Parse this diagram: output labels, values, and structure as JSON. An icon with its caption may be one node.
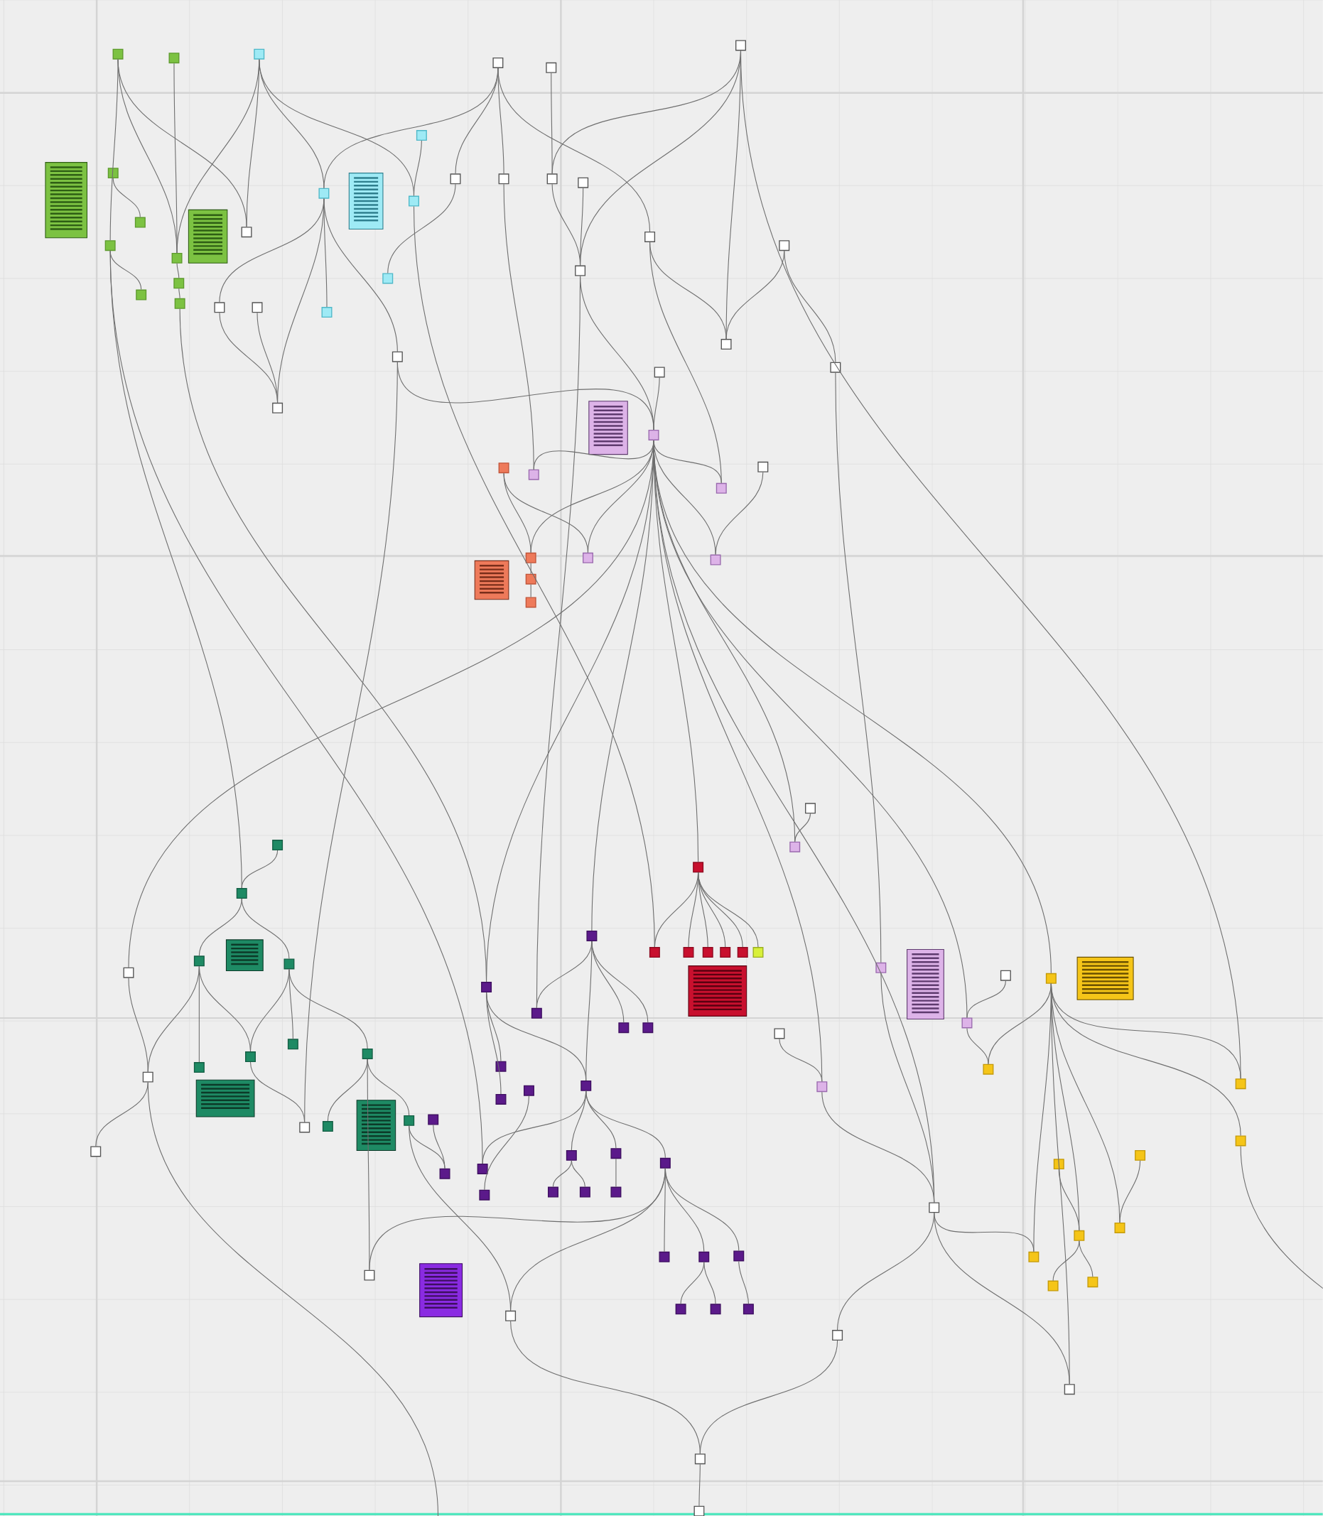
{
  "diagram": {
    "nodes": [
      {
        "text": [],
        "shape": "box"
      },
      {
        "text": [],
        "shape": "box"
      },
      {
        "text": [],
        "shape": "box"
      },
      {
        "text": [],
        "shape": "box"
      },
      {
        "text": [],
        "shape": "box"
      },
      {
        "text": [],
        "shape": "box"
      },
      {
        "text": [],
        "shape": "box"
      },
      {
        "text": [],
        "shape": "box"
      },
      {
        "text": [],
        "shape": "box"
      },
      {
        "text": [],
        "shape": "box"
      },
      {
        "text": [],
        "shape": "box"
      },
      {
        "text": [],
        "shape": "box"
      },
      {
        "text": [],
        "shape": "box"
      },
      {
        "text": [],
        "shape": "box"
      },
      {
        "text": [],
        "shape": "box"
      },
      {
        "text": [],
        "shape": "box"
      },
      {
        "text": [],
        "shape": "box"
      },
      {
        "text": [],
        "shape": "box"
      },
      {
        "text": [],
        "shape": "box"
      },
      {
        "text": [],
        "shape": "box"
      },
      {
        "text": [],
        "shape": "box"
      },
      {
        "text": [],
        "shape": "box"
      },
      {
        "text": [],
        "shape": "box"
      },
      {
        "text": [],
        "shape": "box"
      },
      {
        "text": [],
        "shape": "box"
      },
      {
        "text": [],
        "shape": "box"
      },
      {
        "text": [],
        "shape": "box"
      },
      {
        "text": [],
        "shape": "box"
      },
      {
        "text": [],
        "shape": "box"
      },
      {
        "text": [],
        "shape": "box"
      },
      {
        "text": [],
        "shape": "box"
      },
      {
        "text": [],
        "shape": "box"
      },
      {
        "text": [],
        "shape": "box"
      },
      {
        "text": [],
        "shape": "box"
      },
      {
        "text": [],
        "shape": "box"
      },
      {
        "text": [],
        "shape": "box"
      },
      {
        "text": [],
        "shape": "box"
      },
      {
        "text": [],
        "shape": "box"
      },
      {
        "text": [],
        "shape": "box"
      },
      {
        "text": [],
        "shape": "box"
      },
      {
        "text": [],
        "shape": "box"
      },
      {
        "text": [],
        "shape": "box"
      },
      {
        "text": [],
        "shape": "box"
      },
      {
        "text": [],
        "shape": "box"
      },
      {
        "text": [],
        "shape": "box"
      },
      {
        "text": [],
        "shape": "box"
      },
      {
        "text": [],
        "shape": "box"
      },
      {
        "text": [],
        "shape": "box"
      },
      {
        "text": [],
        "shape": "box"
      },
      {
        "text": [],
        "shape": "box"
      },
      {
        "text": [],
        "shape": "box"
      },
      {
        "text": [],
        "shape": "box"
      },
      {
        "text": [],
        "shape": "box"
      },
      {
        "text": [],
        "shape": "box"
      },
      {
        "text": [],
        "shape": "box"
      },
      {
        "text": [],
        "shape": "box"
      },
      {
        "text": [],
        "shape": "box"
      },
      {
        "text": [],
        "shape": "box"
      },
      {
        "text": [],
        "shape": "box"
      },
      {
        "text": [],
        "shape": "box"
      },
      {
        "text": [],
        "shape": "box"
      },
      {
        "text": [],
        "shape": "box"
      },
      {
        "text": [],
        "shape": "box"
      },
      {
        "text": [],
        "shape": "box"
      },
      {
        "text": [],
        "shape": "box"
      },
      {
        "text": [],
        "shape": "box"
      },
      {
        "text": [],
        "shape": "box"
      },
      {
        "text": [],
        "shape": "box"
      },
      {
        "text": [],
        "shape": "box"
      },
      {
        "text": [],
        "shape": "box"
      },
      {
        "text": [],
        "shape": "box"
      },
      {
        "text": [],
        "shape": "box"
      },
      {
        "text": [],
        "shape": "box"
      },
      {
        "text": [],
        "shape": "box"
      },
      {
        "text": [],
        "shape": "box"
      },
      {
        "text": [],
        "shape": "box"
      },
      {
        "text": [],
        "shape": "box"
      },
      {
        "text": [],
        "shape": "box"
      },
      {
        "text": [],
        "shape": "box"
      },
      {
        "text": [],
        "shape": "box"
      },
      {
        "text": [],
        "shape": "box"
      },
      {
        "text": [],
        "shape": "box"
      },
      {
        "text": [],
        "shape": "box"
      },
      {
        "text": [],
        "shape": "box"
      },
      {
        "text": [],
        "shape": "box"
      },
      {
        "text": [],
        "shape": "box"
      },
      {
        "text": [],
        "shape": "box"
      },
      {
        "text": [],
        "shape": "box"
      },
      {
        "text": [],
        "shape": "box"
      },
      {
        "text": [],
        "shape": "box"
      },
      {
        "text": [],
        "shape": "box"
      },
      {
        "text": [],
        "shape": "box"
      },
      {
        "text": [],
        "shape": "box"
      },
      {
        "text": [],
        "shape": "box"
      },
      {
        "text": [],
        "shape": "box"
      },
      {
        "text": [],
        "shape": "box"
      },
      {
        "text": [],
        "shape": "box"
      },
      {
        "text": [],
        "shape": "box"
      },
      {
        "text": [],
        "shape": "box"
      },
      {
        "text": [],
        "shape": "box"
      },
      {
        "text": [],
        "shape": "box"
      },
      {
        "text": [],
        "shape": "box"
      },
      {
        "text": [],
        "shape": "box"
      },
      {
        "text": [],
        "shape": "box"
      },
      {
        "text": [],
        "shape": "box"
      },
      {
        "text": [],
        "shape": "box"
      },
      {
        "text": [],
        "shape": "box"
      },
      {
        "text": [],
        "shape": "box"
      },
      {
        "text": [],
        "shape": "box"
      },
      {
        "text": [],
        "shape": "box"
      },
      {
        "text": [],
        "shape": "box"
      },
      {
        "text": [],
        "shape": "box"
      },
      {
        "text": [],
        "shape": "box"
      },
      {
        "text": [],
        "shape": "box"
      }
    ],
    "edges": [
      {
        "from": 0,
        "to": 8,
        "arrow": "none"
      },
      {
        "from": 0,
        "to": 10,
        "arrow": "none"
      },
      {
        "from": 0,
        "to": 13,
        "arrow": "none"
      },
      {
        "from": 1,
        "to": 10,
        "arrow": "none"
      },
      {
        "from": 2,
        "to": 13,
        "arrow": "none"
      },
      {
        "from": 2,
        "to": 17,
        "arrow": "none"
      },
      {
        "from": 2,
        "to": 10,
        "arrow": "none"
      },
      {
        "from": 2,
        "to": 19,
        "arrow": "none"
      },
      {
        "from": 6,
        "to": 7,
        "arrow": "none"
      },
      {
        "from": 8,
        "to": 9,
        "arrow": "none"
      },
      {
        "from": 8,
        "to": 46,
        "arrow": "none"
      },
      {
        "from": 8,
        "to": 71,
        "arrow": "none"
      },
      {
        "from": 10,
        "to": 11,
        "arrow": "none"
      },
      {
        "from": 11,
        "to": 12,
        "arrow": "none"
      },
      {
        "from": 12,
        "to": 61,
        "arrow": "none"
      },
      {
        "from": 14,
        "to": 16,
        "arrow": "none"
      },
      {
        "from": 15,
        "to": 16,
        "arrow": "none"
      },
      {
        "from": 17,
        "to": 14,
        "arrow": "none"
      },
      {
        "from": 17,
        "to": 16,
        "arrow": "none"
      },
      {
        "from": 17,
        "to": 21,
        "arrow": "none"
      },
      {
        "from": 17,
        "to": 31,
        "arrow": "none"
      },
      {
        "from": 3,
        "to": 17,
        "arrow": "none"
      },
      {
        "from": 3,
        "to": 22,
        "arrow": "none"
      },
      {
        "from": 3,
        "to": 23,
        "arrow": "none"
      },
      {
        "from": 3,
        "to": 27,
        "arrow": "none"
      },
      {
        "from": 22,
        "to": 20,
        "arrow": "none"
      },
      {
        "from": 18,
        "to": 19,
        "arrow": "none"
      },
      {
        "from": 19,
        "to": 86,
        "arrow": "none"
      },
      {
        "from": 4,
        "to": 24,
        "arrow": "none"
      },
      {
        "from": 24,
        "to": 26,
        "arrow": "none"
      },
      {
        "from": 25,
        "to": 26,
        "arrow": "none"
      },
      {
        "from": 26,
        "to": 62,
        "arrow": "none"
      },
      {
        "from": 26,
        "to": 33,
        "arrow": "none"
      },
      {
        "from": 5,
        "to": 24,
        "arrow": "none"
      },
      {
        "from": 5,
        "to": 26,
        "arrow": "none"
      },
      {
        "from": 5,
        "to": 28,
        "arrow": "none"
      },
      {
        "from": 5,
        "to": 99,
        "arrow": "none"
      },
      {
        "from": 27,
        "to": 28,
        "arrow": "none"
      },
      {
        "from": 29,
        "to": 28,
        "arrow": "none"
      },
      {
        "from": 29,
        "to": 30,
        "arrow": "none"
      },
      {
        "from": 30,
        "to": 92,
        "arrow": "none"
      },
      {
        "from": 31,
        "to": 33,
        "arrow": "none"
      },
      {
        "from": 31,
        "to": 58,
        "arrow": "none"
      },
      {
        "from": 23,
        "to": 34,
        "arrow": "none"
      },
      {
        "from": 32,
        "to": 33,
        "arrow": "none"
      },
      {
        "from": 33,
        "to": 35,
        "arrow": "none"
      },
      {
        "from": 33,
        "to": 36,
        "arrow": "none"
      },
      {
        "from": 38,
        "to": 37,
        "arrow": "none"
      },
      {
        "from": 33,
        "to": 37,
        "arrow": "none"
      },
      {
        "from": 34,
        "to": 33,
        "arrow": "none"
      },
      {
        "from": 39,
        "to": 40,
        "arrow": "none"
      },
      {
        "from": 39,
        "to": 36,
        "arrow": "none"
      },
      {
        "from": 40,
        "to": 41,
        "arrow": "none"
      },
      {
        "from": 41,
        "to": 42,
        "arrow": "none"
      },
      {
        "from": 33,
        "to": 40,
        "arrow": "none"
      },
      {
        "from": 33,
        "to": 55,
        "arrow": "none"
      },
      {
        "from": 33,
        "to": 61,
        "arrow": "none"
      },
      {
        "from": 33,
        "to": 60,
        "arrow": "none"
      },
      {
        "from": 33,
        "to": 85,
        "arrow": "none"
      },
      {
        "from": 33,
        "to": 44,
        "arrow": "none"
      },
      {
        "from": 33,
        "to": 94,
        "arrow": "none"
      },
      {
        "from": 33,
        "to": 108,
        "arrow": "none"
      },
      {
        "from": 33,
        "to": 97,
        "arrow": "none"
      },
      {
        "from": 33,
        "to": 93,
        "arrow": "none"
      },
      {
        "from": 27,
        "to": 35,
        "arrow": "none"
      },
      {
        "from": 43,
        "to": 44,
        "arrow": "none"
      },
      {
        "from": 45,
        "to": 46,
        "arrow": "none"
      },
      {
        "from": 46,
        "to": 47,
        "arrow": "none"
      },
      {
        "from": 46,
        "to": 48,
        "arrow": "none"
      },
      {
        "from": 47,
        "to": 51,
        "arrow": "none"
      },
      {
        "from": 47,
        "to": 49,
        "arrow": "none"
      },
      {
        "from": 47,
        "to": 56,
        "arrow": "none"
      },
      {
        "from": 48,
        "to": 49,
        "arrow": "none"
      },
      {
        "from": 48,
        "to": 50,
        "arrow": "none"
      },
      {
        "from": 48,
        "to": 52,
        "arrow": "none"
      },
      {
        "from": 49,
        "to": 58,
        "arrow": "none"
      },
      {
        "from": 52,
        "to": 53,
        "arrow": "none"
      },
      {
        "from": 52,
        "to": 54,
        "arrow": "none"
      },
      {
        "from": 52,
        "to": 59,
        "arrow": "none"
      },
      {
        "from": 54,
        "to": 70,
        "arrow": "none"
      },
      {
        "from": 54,
        "to": 111,
        "arrow": "none"
      },
      {
        "from": 55,
        "to": 56,
        "arrow": "none"
      },
      {
        "from": 56,
        "to": 57,
        "arrow": "none"
      },
      {
        "from": 56,
        "to": null,
        "arrow": "none"
      },
      {
        "from": 60,
        "to": 62,
        "arrow": "none"
      },
      {
        "from": 60,
        "to": 63,
        "arrow": "none"
      },
      {
        "from": 60,
        "to": 64,
        "arrow": "none"
      },
      {
        "from": 60,
        "to": 68,
        "arrow": "none"
      },
      {
        "from": 61,
        "to": 65,
        "arrow": "none"
      },
      {
        "from": 61,
        "to": 66,
        "arrow": "none"
      },
      {
        "from": 61,
        "to": 68,
        "arrow": "none"
      },
      {
        "from": 68,
        "to": 73,
        "arrow": "none"
      },
      {
        "from": 68,
        "to": 74,
        "arrow": "none"
      },
      {
        "from": 68,
        "to": 78,
        "arrow": "none"
      },
      {
        "from": 68,
        "to": 71,
        "arrow": "none"
      },
      {
        "from": 73,
        "to": 75,
        "arrow": "none"
      },
      {
        "from": 73,
        "to": 76,
        "arrow": "none"
      },
      {
        "from": 74,
        "to": 77,
        "arrow": "none"
      },
      {
        "from": 78,
        "to": 79,
        "arrow": "none"
      },
      {
        "from": 78,
        "to": 80,
        "arrow": "none"
      },
      {
        "from": 78,
        "to": 81,
        "arrow": "none"
      },
      {
        "from": 80,
        "to": 82,
        "arrow": "none"
      },
      {
        "from": 80,
        "to": 83,
        "arrow": "none"
      },
      {
        "from": 81,
        "to": 84,
        "arrow": "none"
      },
      {
        "from": 78,
        "to": 59,
        "arrow": "none"
      },
      {
        "from": 78,
        "to": 111,
        "arrow": "none"
      },
      {
        "from": 69,
        "to": 70,
        "arrow": "none"
      },
      {
        "from": 67,
        "to": 72,
        "arrow": "none"
      },
      {
        "from": 85,
        "to": 86,
        "arrow": "none"
      },
      {
        "from": 85,
        "to": 87,
        "arrow": "none"
      },
      {
        "from": 85,
        "to": 88,
        "arrow": "none"
      },
      {
        "from": 85,
        "to": 89,
        "arrow": "none"
      },
      {
        "from": 85,
        "to": 90,
        "arrow": "none"
      },
      {
        "from": 85,
        "to": 91,
        "arrow": "none"
      },
      {
        "from": 95,
        "to": 93,
        "arrow": "none"
      },
      {
        "from": 93,
        "to": 98,
        "arrow": "none"
      },
      {
        "from": 97,
        "to": 98,
        "arrow": "none"
      },
      {
        "from": 97,
        "to": 99,
        "arrow": "none"
      },
      {
        "from": 97,
        "to": 100,
        "arrow": "none"
      },
      {
        "from": 97,
        "to": 103,
        "arrow": "none"
      },
      {
        "from": 97,
        "to": 104,
        "arrow": "none"
      },
      {
        "from": 97,
        "to": 105,
        "arrow": "none"
      },
      {
        "from": 101,
        "to": 104,
        "arrow": "none"
      },
      {
        "from": 104,
        "to": 106,
        "arrow": "none"
      },
      {
        "from": 104,
        "to": 107,
        "arrow": "none"
      },
      {
        "from": 102,
        "to": 105,
        "arrow": "none"
      },
      {
        "from": 108,
        "to": 103,
        "arrow": "none"
      },
      {
        "from": 108,
        "to": 110,
        "arrow": "none"
      },
      {
        "from": 108,
        "to": 109,
        "arrow": "none"
      },
      {
        "from": 96,
        "to": 94,
        "arrow": "none"
      },
      {
        "from": 94,
        "to": 108,
        "arrow": "none"
      },
      {
        "from": 92,
        "to": 108,
        "arrow": "none"
      },
      {
        "from": 97,
        "to": 110,
        "arrow": "none"
      },
      {
        "from": 109,
        "to": 112,
        "arrow": "none"
      },
      {
        "from": 111,
        "to": 112,
        "arrow": "none"
      },
      {
        "from": 112,
        "to": 113,
        "arrow": "none"
      },
      {
        "from": 100,
        "to": null,
        "arrow": "none"
      }
    ]
  }
}
